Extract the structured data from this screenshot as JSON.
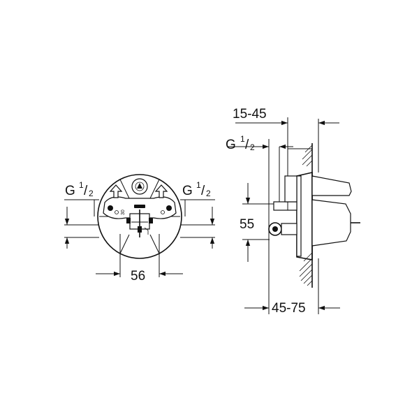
{
  "front_view": {
    "thread_left": {
      "base": "G",
      "sup": "1",
      "slash": "/",
      "sub": "2"
    },
    "thread_right": {
      "base": "G",
      "sup": "1",
      "slash": "/",
      "sub": "2"
    },
    "width_dim": "56",
    "marking_30": "30"
  },
  "side_view": {
    "wall_dim": "15-45",
    "thread": {
      "base": "G",
      "sup": "1",
      "slash": "/",
      "sub": "2"
    },
    "height_dim": "55",
    "depth_dim": "45-75"
  }
}
